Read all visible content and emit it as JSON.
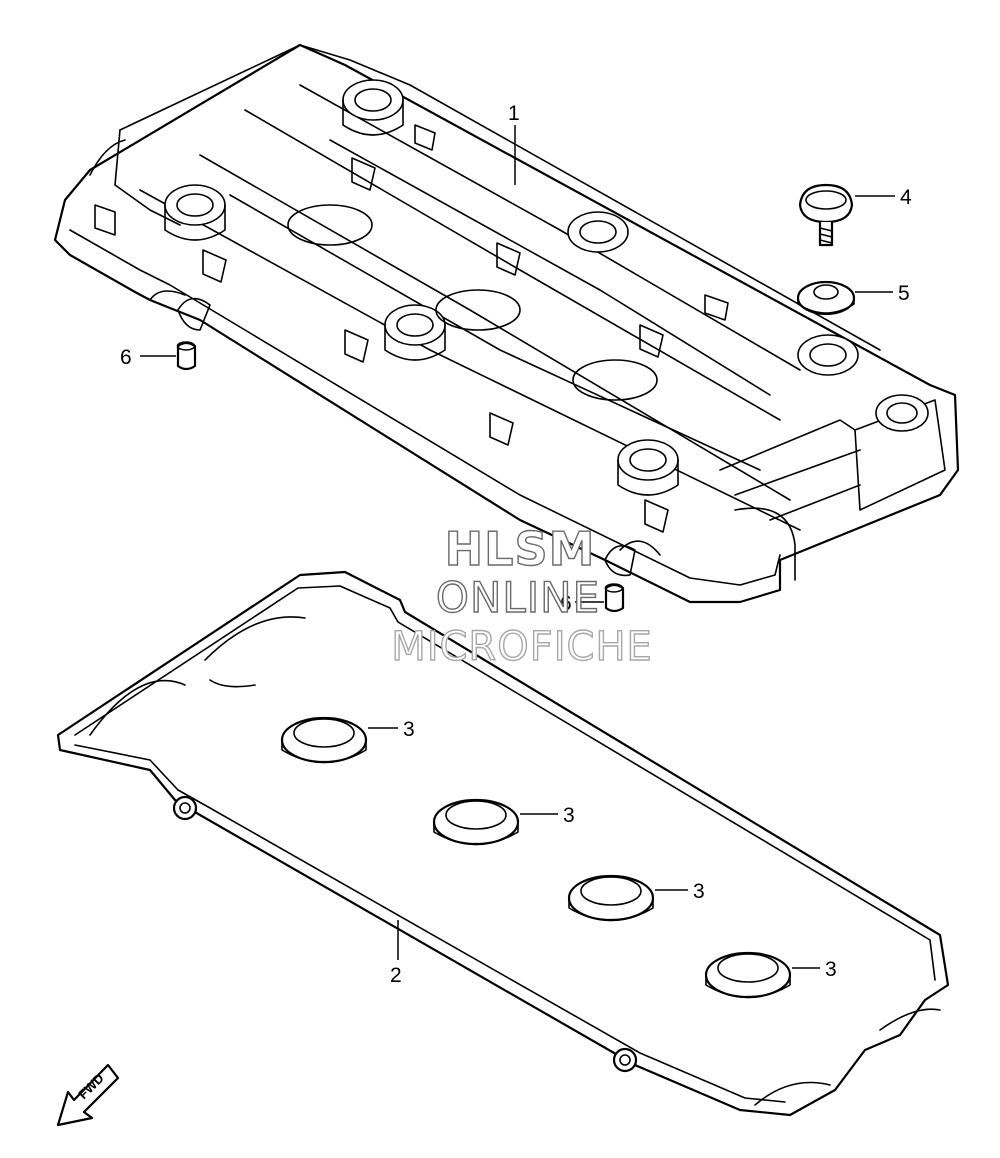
{
  "watermark": {
    "line1": "HLSM",
    "line2": "ONLINE",
    "line3": "MICROFICHE"
  },
  "direction_marker": {
    "label": "FWD",
    "icon": "arrow-down-left-icon"
  },
  "callouts": [
    {
      "id": "callout-1",
      "number": "1",
      "part": "cylinder-head-cover"
    },
    {
      "id": "callout-2",
      "number": "2",
      "part": "cover-gasket"
    },
    {
      "id": "callout-3a",
      "number": "3",
      "part": "plug-hole-seal"
    },
    {
      "id": "callout-3b",
      "number": "3",
      "part": "plug-hole-seal"
    },
    {
      "id": "callout-3c",
      "number": "3",
      "part": "plug-hole-seal"
    },
    {
      "id": "callout-3d",
      "number": "3",
      "part": "plug-hole-seal"
    },
    {
      "id": "callout-4",
      "number": "4",
      "part": "bolt"
    },
    {
      "id": "callout-5",
      "number": "5",
      "part": "grommet"
    },
    {
      "id": "callout-6a",
      "number": "6",
      "part": "dowel-pin"
    },
    {
      "id": "callout-6b",
      "number": "6",
      "part": "dowel-pin"
    }
  ]
}
